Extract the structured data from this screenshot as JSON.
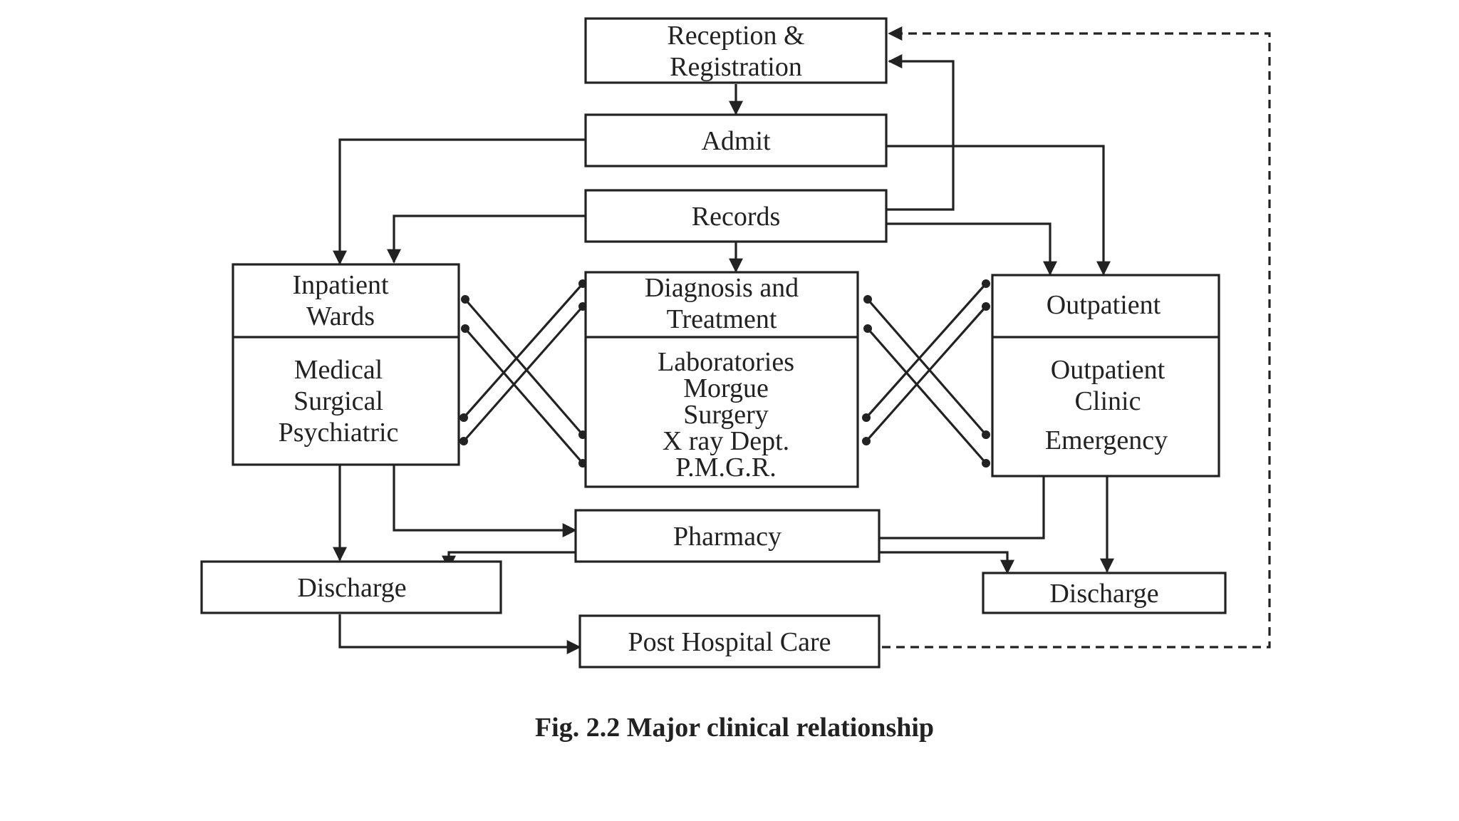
{
  "nodes": {
    "reception": [
      "Reception &",
      "Registration"
    ],
    "admit": [
      "Admit"
    ],
    "records": [
      "Records"
    ],
    "inpatient_header": [
      "Inpatient",
      "Wards"
    ],
    "inpatient_body": [
      "Medical",
      "Surgical",
      "Psychiatric"
    ],
    "diagnosis_header": [
      "Diagnosis and",
      "Treatment"
    ],
    "diagnosis_body": [
      "Laboratories",
      "Morgue",
      "Surgery",
      "X ray Dept.",
      "P.M.G.R."
    ],
    "outpatient_header": [
      "Outpatient"
    ],
    "outpatient_body": [
      "Outpatient",
      "Clinic",
      "Emergency"
    ],
    "pharmacy": [
      "Pharmacy"
    ],
    "discharge_left": [
      "Discharge"
    ],
    "discharge_right": [
      "Discharge"
    ],
    "post_hospital_care": [
      "Post Hospital Care"
    ]
  },
  "caption": "Fig. 2.2 Major clinical relationship",
  "edges": [
    {
      "from": "reception",
      "to": "admit",
      "style": "solid"
    },
    {
      "from": "admit",
      "to": "inpatient",
      "style": "solid"
    },
    {
      "from": "admit",
      "to": "outpatient",
      "style": "solid"
    },
    {
      "from": "records",
      "to": "inpatient",
      "style": "solid"
    },
    {
      "from": "records",
      "to": "diagnosis",
      "style": "solid"
    },
    {
      "from": "records",
      "to": "outpatient",
      "style": "solid"
    },
    {
      "from": "records",
      "to": "reception",
      "style": "solid"
    },
    {
      "from": "inpatient",
      "to": "diagnosis",
      "style": "crossed-link"
    },
    {
      "from": "diagnosis",
      "to": "outpatient",
      "style": "crossed-link"
    },
    {
      "from": "inpatient",
      "to": "discharge_left",
      "style": "solid"
    },
    {
      "from": "inpatient",
      "to": "pharmacy",
      "style": "solid"
    },
    {
      "from": "pharmacy",
      "to": "discharge_left",
      "style": "solid"
    },
    {
      "from": "pharmacy",
      "to": "discharge_right",
      "style": "solid"
    },
    {
      "from": "outpatient",
      "to": "pharmacy",
      "style": "solid"
    },
    {
      "from": "outpatient",
      "to": "discharge_right",
      "style": "solid"
    },
    {
      "from": "discharge_left",
      "to": "post_hospital_care",
      "style": "solid"
    },
    {
      "from": "post_hospital_care",
      "to": "reception",
      "style": "dashed"
    }
  ],
  "colors": {
    "ink": "#222222",
    "background": "#ffffff"
  }
}
